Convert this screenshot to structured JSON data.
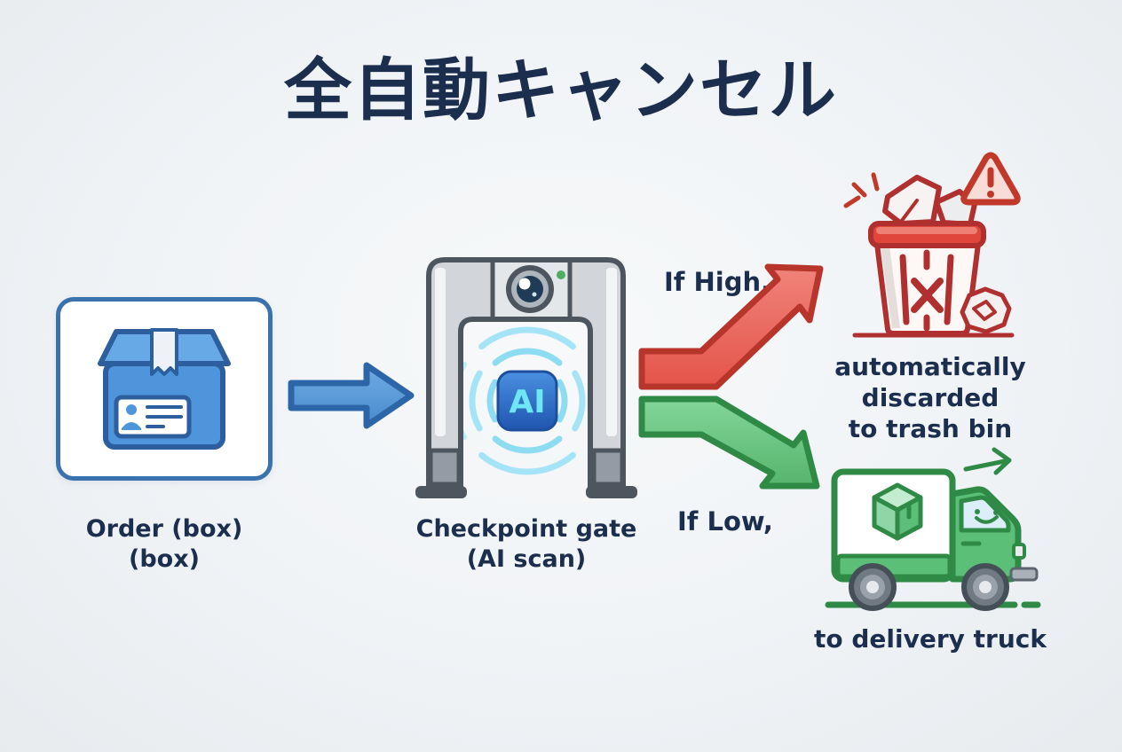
{
  "diagram": {
    "title": "全自動キャンセル",
    "background_color": "#f0f3f6",
    "text_color": "#1c2e4e"
  },
  "nodes": {
    "order": {
      "label_line1": "Order (box)",
      "label_line2": "(box)"
    },
    "gate": {
      "label_line1": "Checkpoint gate",
      "label_line2": "(AI scan)",
      "chip_text": "AI"
    },
    "trash": {
      "caption_line1": "automatically discarded",
      "caption_line2": "to trash bin"
    },
    "truck": {
      "caption": "to delivery truck"
    }
  },
  "edges": {
    "input": {
      "color": "#5b9bd5"
    },
    "high": {
      "label": "If High,",
      "color": "#e4544a"
    },
    "low": {
      "label": "If Low,",
      "color": "#55b46d"
    }
  },
  "colors": {
    "navy_text": "#1c2e4e",
    "box_blue": "#4e95dc",
    "box_blue_outline": "#2d5f9e",
    "gate_gray": "#d2d6da",
    "gate_outline": "#4d565f",
    "scan_cyan": "#8edcf2",
    "chip_blue": "#2f6fc8",
    "chip_text_cyan": "#6ee6f4",
    "trash_red": "#c0392b",
    "truck_green": "#2f8a46",
    "camera_status_green": "#4fae63"
  },
  "icons": {
    "package-icon": "blue shipping box with shipping label and tape",
    "camera-icon": "surveillance camera lens on gate top bar",
    "status-dot-icon": "green camera status dot",
    "ai-chip-icon": "blue rounded square with AI text",
    "scan-waves-icon": "cyan radiating scan arcs",
    "right-arrow-icon": "blue straight arrow",
    "up-bent-arrow-icon": "red bent arrow to trash",
    "down-bent-arrow-icon": "green bent arrow to truck",
    "trash-bin-icon": "red trash bin with crumpled paper and X",
    "warning-icon": "red warning triangle with exclamation mark",
    "sparkle-icon": "red emphasis burst lines",
    "crumpled-paper-icon": "crumpled paper ball on ground",
    "delivery-truck-icon": "green delivery truck with box and smiley",
    "motion-arrow-icon": "small green arrow above truck"
  }
}
